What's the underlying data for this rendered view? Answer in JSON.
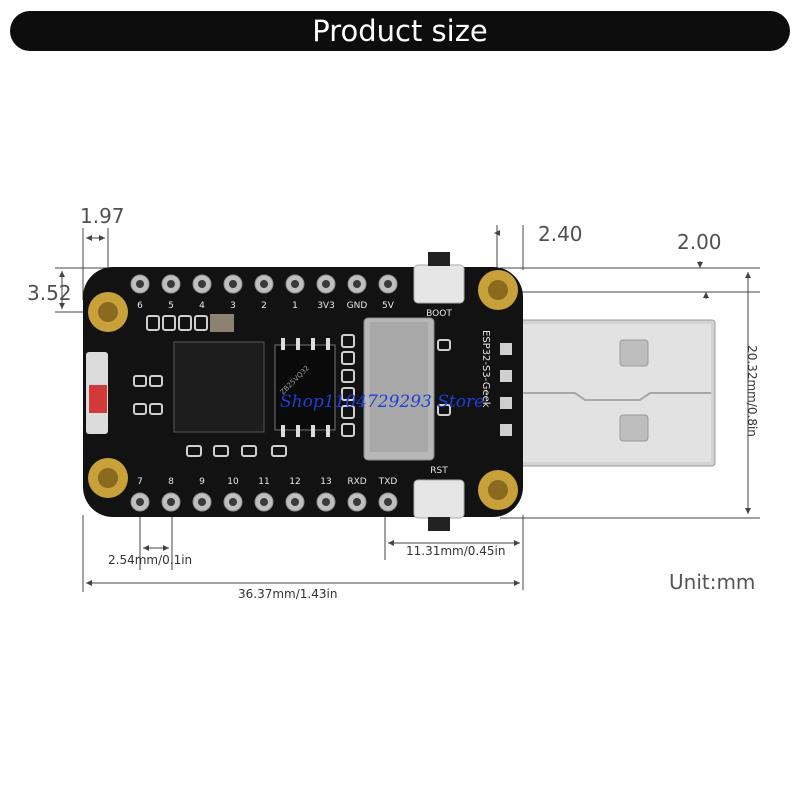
{
  "header": {
    "title": "Product size"
  },
  "dimensions": {
    "hole_offset_x": "1.97",
    "hole_offset_y": "3.52",
    "usb_gap": "2.40",
    "usb_offset": "2.00",
    "height": "20.32mm/0.8in",
    "pin_pitch": "2.54mm/0.1in",
    "usb_length": "11.31mm/0.45in",
    "total_length": "36.37mm/1.43in"
  },
  "unit_label": "Unit:mm",
  "board": {
    "top_pin_labels": [
      "6",
      "5",
      "4",
      "3",
      "2",
      "1",
      "3V3",
      "GND",
      "5V"
    ],
    "bottom_pin_labels": [
      "7",
      "8",
      "9",
      "10",
      "11",
      "12",
      "13",
      "RXD",
      "TXD"
    ],
    "boot_label": "BOOT",
    "rst_label": "RST",
    "model_label": "ESP32-S3-Geek",
    "chip_label": "ZB25VQ32"
  },
  "watermark": "Shop1104729293 Store",
  "colors": {
    "banner": "#0d0d0d",
    "pcb": "#121212",
    "pad_gold": "#c9a13a",
    "usb_metal": "#cfcfcf"
  }
}
